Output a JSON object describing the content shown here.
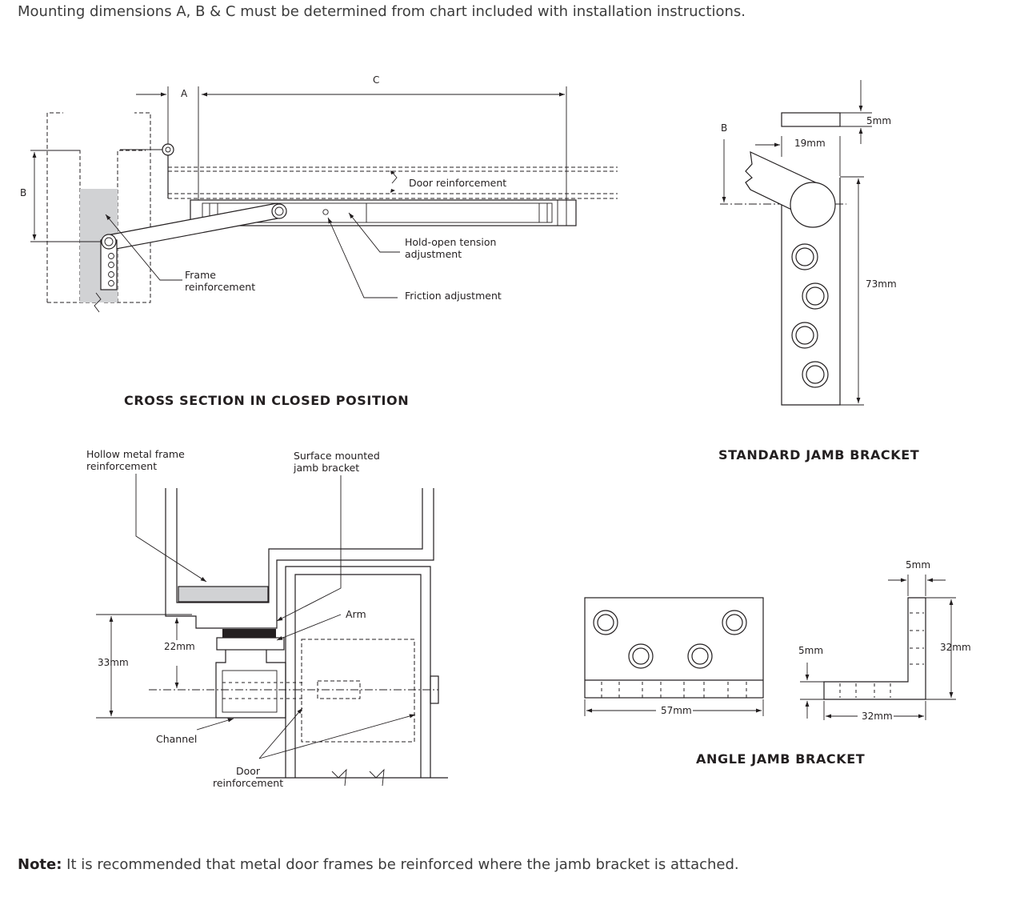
{
  "header": {
    "intro": "Mounting dimensions A, B & C must be determined from chart included with installation instructions."
  },
  "cross_section": {
    "title": "CROSS SECTION IN CLOSED POSITION",
    "dim_a": "A",
    "dim_b": "B",
    "dim_c": "C",
    "door_reinforcement": "Door reinforcement",
    "hold_open_line1": "Hold-open tension",
    "hold_open_line2": "adjustment",
    "friction": "Friction adjustment",
    "frame_line1": "Frame",
    "frame_line2": "reinforcement"
  },
  "standard_bracket": {
    "title": "STANDARD JAMB BRACKET",
    "dim_b": "B",
    "dim_5mm": "5mm",
    "dim_19mm": "19mm",
    "dim_73mm": "73mm"
  },
  "detail": {
    "hollow_line1": "Hollow metal frame",
    "hollow_line2": "reinforcement",
    "surface_line1": "Surface mounted",
    "surface_line2": "jamb bracket",
    "arm": "Arm",
    "dim_22mm": "22mm",
    "dim_33mm": "33mm",
    "channel": "Channel",
    "door_line1": "Door",
    "door_line2": "reinforcement"
  },
  "angle_bracket": {
    "title": "ANGLE JAMB BRACKET",
    "dim_57mm": "57mm",
    "dim_5mm_top": "5mm",
    "dim_5mm_side": "5mm",
    "dim_32mm_right": "32mm",
    "dim_32mm_bottom": "32mm"
  },
  "footer": {
    "note_label": "Note:",
    "note_text": " It is recommended that metal door frames be reinforced where the jamb bracket is attached."
  },
  "colors": {
    "line": "#231f20",
    "reinforcement_fill": "#d1d2d4",
    "text_gray": "#3c3c3c"
  }
}
